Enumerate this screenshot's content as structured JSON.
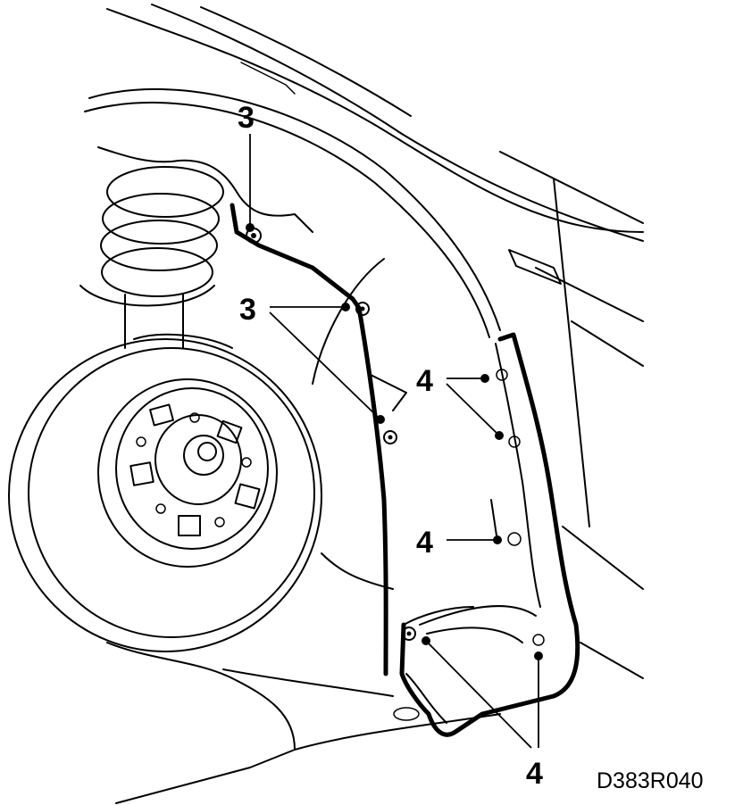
{
  "figure": {
    "drawing_code": "D383R040",
    "callouts": [
      {
        "id": "callout-3-top",
        "text": "3"
      },
      {
        "id": "callout-3-mid",
        "text": "3"
      },
      {
        "id": "callout-4-upper",
        "text": "4"
      },
      {
        "id": "callout-4-middle",
        "text": "4"
      },
      {
        "id": "callout-4-bottom",
        "text": "4"
      }
    ]
  }
}
